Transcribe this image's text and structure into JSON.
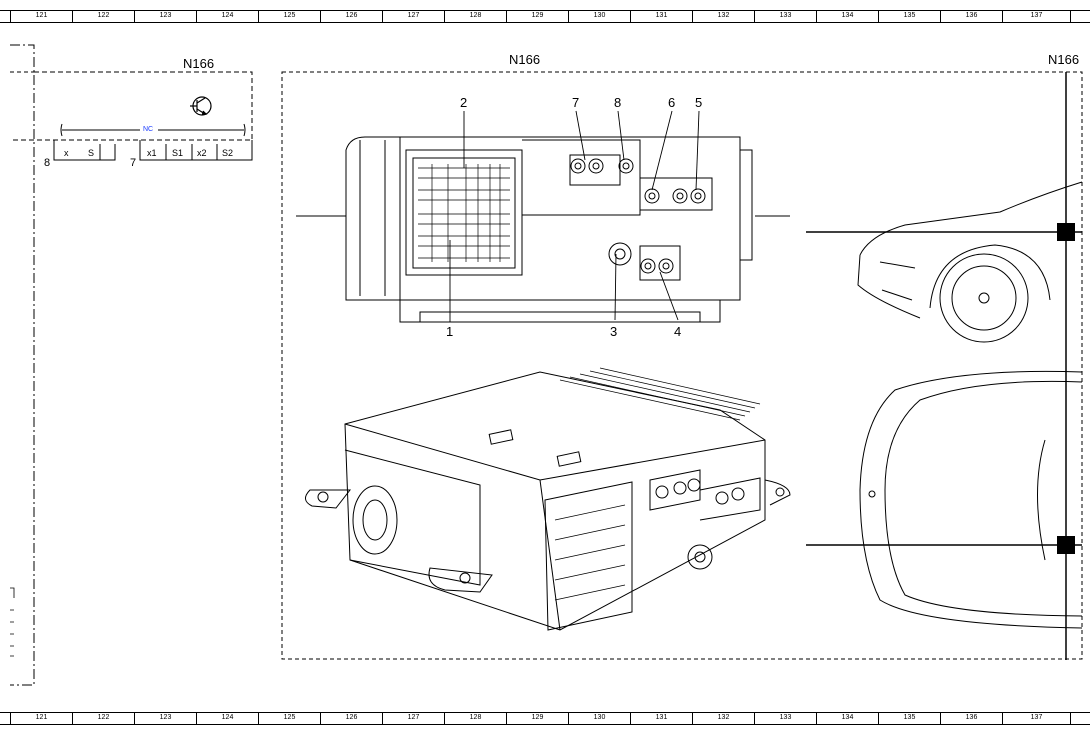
{
  "rulers": {
    "columns": [
      "121",
      "122",
      "123",
      "124",
      "125",
      "126",
      "127",
      "128",
      "129",
      "130",
      "131",
      "132",
      "133",
      "134",
      "135",
      "136",
      "137"
    ]
  },
  "left_block": {
    "title": "N166",
    "nc_label": "NC",
    "pin_group_a": {
      "number": "8",
      "pins": [
        "x",
        "S"
      ]
    },
    "pin_group_b": {
      "number": "7",
      "pins": [
        "x1",
        "S1",
        "x2",
        "S2"
      ]
    },
    "icon": "transistor-symbol-icon"
  },
  "main_frame": {
    "title": "N166",
    "callouts": [
      "1",
      "2",
      "3",
      "4",
      "5",
      "6",
      "7",
      "8"
    ]
  },
  "right_block": {
    "title": "N166"
  }
}
